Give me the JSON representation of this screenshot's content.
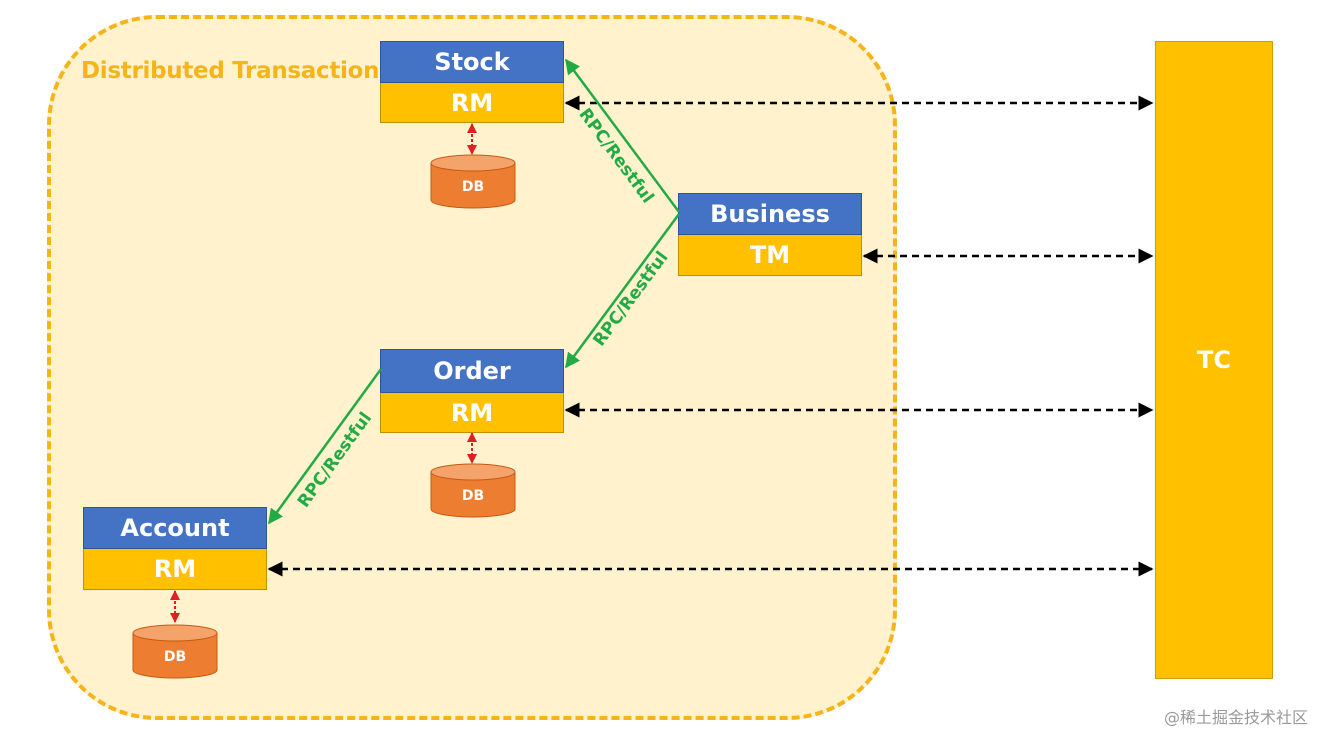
{
  "region": {
    "title": "Distributed Transaction"
  },
  "components": {
    "stock": {
      "name": "Stock",
      "role": "RM"
    },
    "order": {
      "name": "Order",
      "role": "RM"
    },
    "account": {
      "name": "Account",
      "role": "RM"
    },
    "business": {
      "name": "Business",
      "role": "TM"
    }
  },
  "coordinator": {
    "label": "TC"
  },
  "databases": {
    "label": "DB"
  },
  "calls": {
    "business_to_stock": "RPC/Restful",
    "business_to_order": "RPC/Restful",
    "order_to_account": "RPC/Restful"
  },
  "colors": {
    "region_fill": "#fff2cc",
    "region_border": "#f4b41a",
    "box_top": "#4472c4",
    "box_bottom": "#ffc000",
    "db": "#ed7d31",
    "rpc_arrow": "#22aa44",
    "db_arrow": "#e02020",
    "tc_link": "#000000"
  },
  "watermark": "@稀土掘金技术社区"
}
